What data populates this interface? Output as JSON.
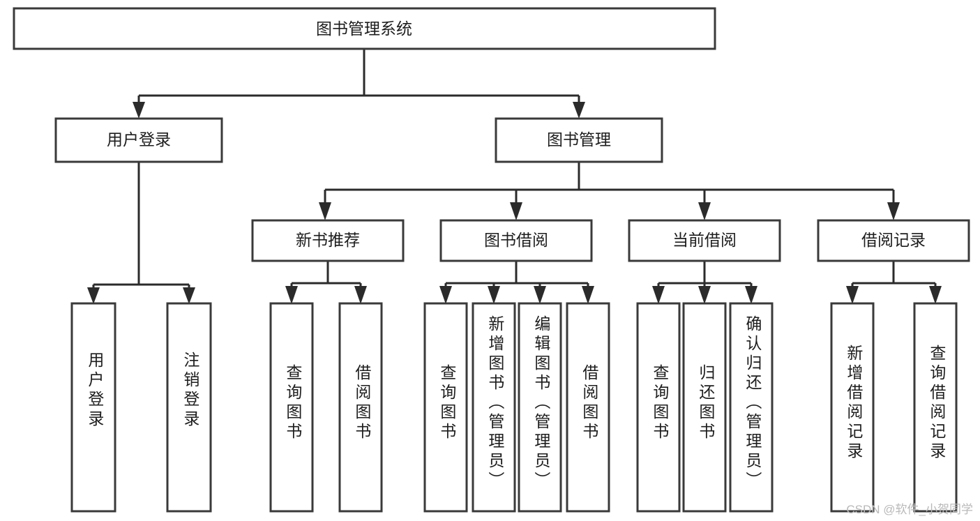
{
  "diagram": {
    "type": "tree-hierarchy",
    "title": "图书管理系统",
    "watermark": "CSDN @软件_小贺同学",
    "colors": {
      "box_stroke": "#3a3a3a",
      "box_fill": "#ffffff",
      "connector": "#2b2b2b",
      "text": "#1d1d1d",
      "watermark": "#b9b9b9",
      "background": "#ffffff"
    },
    "levels": {
      "root": {
        "label": "图书管理系统",
        "orientation": "horizontal"
      },
      "level2": [
        {
          "id": "user-login",
          "label": "用户登录",
          "orientation": "horizontal"
        },
        {
          "id": "book-management",
          "label": "图书管理",
          "orientation": "horizontal"
        }
      ],
      "level3": [
        {
          "id": "new-book-recommend",
          "label": "新书推荐",
          "orientation": "horizontal",
          "parent": "book-management"
        },
        {
          "id": "book-borrow",
          "label": "图书借阅",
          "orientation": "horizontal",
          "parent": "book-management"
        },
        {
          "id": "current-borrow",
          "label": "当前借阅",
          "orientation": "horizontal",
          "parent": "book-management"
        },
        {
          "id": "borrow-record",
          "label": "借阅记录",
          "orientation": "horizontal",
          "parent": "book-management"
        }
      ],
      "leaves": [
        {
          "id": "leaf-user-login",
          "label": "用户登录",
          "orientation": "vertical",
          "parent": "user-login"
        },
        {
          "id": "leaf-user-logout",
          "label": "注销登录",
          "orientation": "vertical",
          "parent": "user-login"
        },
        {
          "id": "leaf-query-book-1",
          "label": "查询图书",
          "orientation": "vertical",
          "parent": "new-book-recommend"
        },
        {
          "id": "leaf-borrow-book-1",
          "label": "借阅图书",
          "orientation": "vertical",
          "parent": "new-book-recommend"
        },
        {
          "id": "leaf-query-book-2",
          "label": "查询图书",
          "orientation": "vertical",
          "parent": "book-borrow"
        },
        {
          "id": "leaf-add-book",
          "label": "新增图书（管理员）",
          "orientation": "vertical",
          "parent": "book-borrow"
        },
        {
          "id": "leaf-edit-book",
          "label": "编辑图书（管理员）",
          "orientation": "vertical",
          "parent": "book-borrow"
        },
        {
          "id": "leaf-borrow-book-2",
          "label": "借阅图书",
          "orientation": "vertical",
          "parent": "book-borrow"
        },
        {
          "id": "leaf-query-book-3",
          "label": "查询图书",
          "orientation": "vertical",
          "parent": "current-borrow"
        },
        {
          "id": "leaf-return-book",
          "label": "归还图书",
          "orientation": "vertical",
          "parent": "current-borrow"
        },
        {
          "id": "leaf-confirm-return",
          "label": "确认归还（管理员）",
          "orientation": "vertical",
          "parent": "current-borrow"
        },
        {
          "id": "leaf-add-record",
          "label": "新增借阅记录",
          "orientation": "vertical",
          "parent": "borrow-record"
        },
        {
          "id": "leaf-query-record",
          "label": "查询借阅记录",
          "orientation": "vertical",
          "parent": "borrow-record"
        }
      ]
    }
  }
}
